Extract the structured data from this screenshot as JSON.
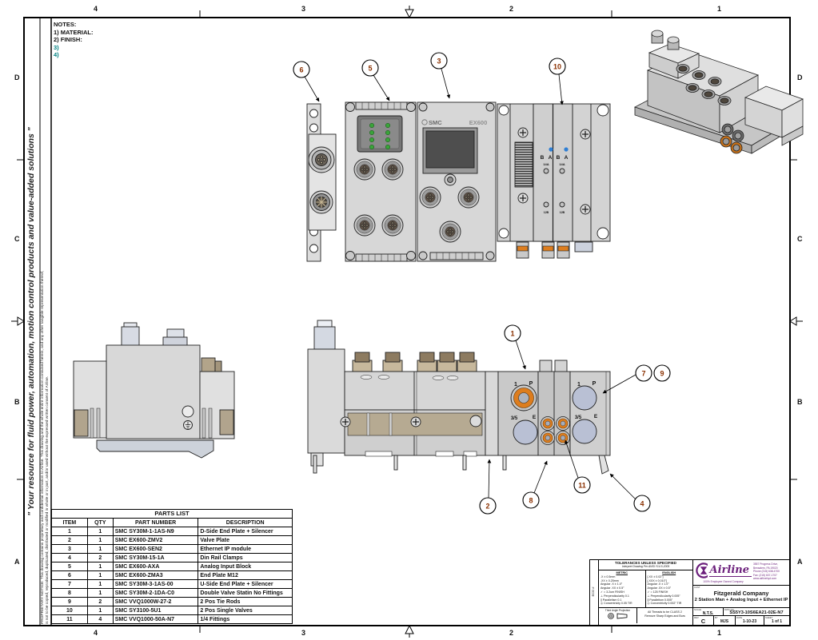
{
  "sheet": {
    "zone_numbers": [
      "4",
      "3",
      "2",
      "1"
    ],
    "zone_letters": [
      "D",
      "C",
      "B",
      "A"
    ],
    "slogan": "\" Your resource for fluid power, automation, motion control products and value-added solutions \"",
    "proprietary_line1": "PROPRIETARY NOTICE:  This drawing contains proprietary and confidential information to Airline. This drawing and the whole entire information contained herein, and any other tangible representation thereof,",
    "proprietary_line2": "is not to be copied, reproduced, duplicated, distributed or modified in whole or in part, and/or used without the expressed written consent of Airline."
  },
  "notes": {
    "title": "NOTES:",
    "line1": "1) MATERIAL:",
    "line2": "2) FINISH:",
    "line3": "3)",
    "line4": "4)"
  },
  "views": {
    "front": {
      "brand": "SMC",
      "model": "EX600",
      "valve_labels": [
        "B",
        "A",
        "B",
        "A"
      ],
      "amp_labels": [
        "14A",
        "14A"
      ],
      "lower_labels": [
        "12B",
        "12B"
      ]
    },
    "bottom": {
      "station_labels": [
        "1",
        "P",
        "3/5",
        "E"
      ]
    }
  },
  "balloons": {
    "end_plate_m12": "6",
    "analog_input_block": "5",
    "ethernet_module": "3",
    "single_valves": "10",
    "d_side_end_plate": "1",
    "valve_plate": "2",
    "double_valve_station": "8",
    "fittings": "11",
    "u_side_end_plate": "7",
    "tie_rods": "9",
    "din_rail_clamp": "4"
  },
  "parts_list": {
    "title": "PARTS LIST",
    "columns": [
      "ITEM",
      "QTY",
      "PART NUMBER",
      "DESCRIPTION"
    ],
    "rows": [
      {
        "item": "1",
        "qty": "1",
        "part_number": "SMC SY30M-1-1AS-N9",
        "description": "D-Side End Plate + Silencer"
      },
      {
        "item": "2",
        "qty": "1",
        "part_number": "SMC EX600-ZMV2",
        "description": "Valve Plate"
      },
      {
        "item": "3",
        "qty": "1",
        "part_number": "SMC EX600-SEN2",
        "description": "Ethernet IP module"
      },
      {
        "item": "4",
        "qty": "2",
        "part_number": "SMC SY30M-15-1A",
        "description": "Din Rail Clamps"
      },
      {
        "item": "5",
        "qty": "1",
        "part_number": "SMC EX600-AXA",
        "description": "Analog Input Block"
      },
      {
        "item": "6",
        "qty": "1",
        "part_number": "SMC EX600-ZMA3",
        "description": "End Plate M12"
      },
      {
        "item": "7",
        "qty": "1",
        "part_number": "SMC SY30M-3-1AS-00",
        "description": "U-Side End Plate + Silencer"
      },
      {
        "item": "8",
        "qty": "1",
        "part_number": "SMC SY30M-2-1DA-C0",
        "description": "Double Valve Statin No Fittings"
      },
      {
        "item": "9",
        "qty": "2",
        "part_number": "SMC VVQ1000W-27-2",
        "description": "2 Pos Tie Rods"
      },
      {
        "item": "10",
        "qty": "1",
        "part_number": "SMC SY3100-5U1",
        "description": "2 Pos Single Valves"
      },
      {
        "item": "11",
        "qty": "4",
        "part_number": "SMC VVQ1000-50A-N7",
        "description": "1/4 Fittings"
      }
    ]
  },
  "title_block": {
    "eco_label": "ECO #",
    "tolerances": {
      "title": "TOLERANCES UNLESS SPECIFIED",
      "subtitle": "Interpret Drawing Per ANSI Y14.5-2009",
      "metric_header": "METRIC",
      "english_header": "ENGLISH",
      "metric_lines": [
        ".X ± 0.5mm",
        ".XX ± 0.25mm",
        "Angular  .X ± 1.0°",
        "Angular  .XX ± 0.5°",
        "✓ = 3.2um FINISH",
        "⊥ Perpendicularity 0.1",
        "∥ Parallelism 0.1",
        "◎ Concentricity 0.05 TIR"
      ],
      "english_lines": [
        "[.XX ± 0.02\"]",
        "[.XXX ± 0.010\"]",
        "Angular  .X ± 1.0°",
        "Angular  .XX ± 0.5°",
        "✓ = 125 FINISH",
        "⊥ Perpendicularity 0.005\"",
        "∥ Parallelism 0.005\"",
        "◎ Concentricity 0.002\" TIR"
      ],
      "projection_label": "Third Angle Projection",
      "threads_line1": "All Threads to be CLASS 2",
      "threads_line2": "Remove Sharp Edges and Burs"
    },
    "company": {
      "logo_text": "Airline",
      "tagline": "100% Employee Owned Company",
      "address_lines": [
        "3557 Progress Drive,",
        "Bensalem, PA  19020",
        "Phone (215) 638-4700",
        "Fax: (215) 637-1707",
        "www.airlinehyd.com"
      ]
    },
    "cust_label": "CUST",
    "customer": "Fitzgerald Company",
    "title": "2 Station Man + Analog Input + Ethernet IP",
    "scale_label": "SCALE",
    "scale": "N.T.S.",
    "dwg_label": "DWG NO",
    "dwg_no": "SS5Y3-10S6EA21-02E-N7",
    "rev_label": "REV",
    "rev": "C",
    "by_label": "BY",
    "by": "MJS",
    "date_label": "DATE",
    "date": "1-10-23",
    "sheet_label": "SHEET",
    "sheet": "1 of 1"
  },
  "colors": {
    "accent_purple": "#6b1f7b",
    "fitting_orange": "#dd7d1e",
    "led_green": "#3aa43a",
    "port_blue": "#b9c0d4",
    "indicator_blue": "#2f7fd4",
    "balloon_text": "#8a3000",
    "note_teal": "#008080"
  }
}
